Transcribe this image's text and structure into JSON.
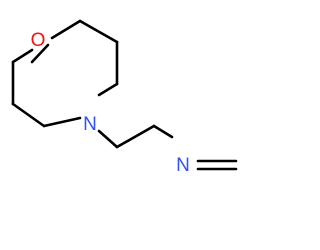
{
  "diagram": {
    "type": "skeletal-structure",
    "atoms": {
      "oxygen": {
        "label": "O",
        "color": "#ff0d0d"
      },
      "nitrogen_ring": {
        "label": "N",
        "color": "#3050f8"
      },
      "nitrogen_imine": {
        "label": "N",
        "color": "#3050f8"
      }
    },
    "bond_color": "#000000"
  }
}
